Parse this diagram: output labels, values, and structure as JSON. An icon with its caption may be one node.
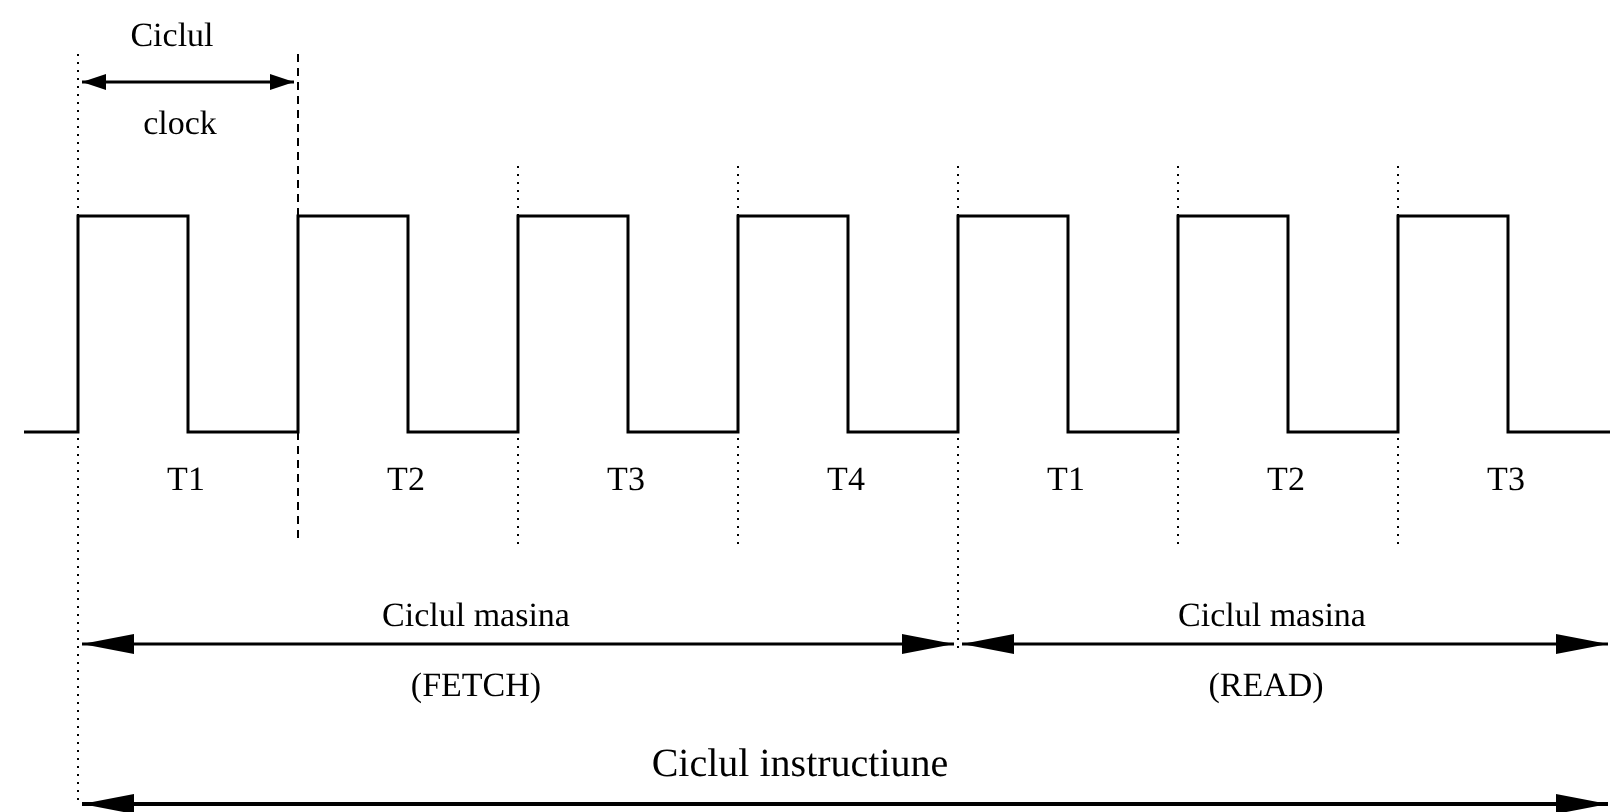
{
  "diagram": {
    "labels": [
      "Ciclul",
      "clock",
      "T1",
      "T2",
      "T3",
      "T4",
      "T1",
      "T2",
      "T3",
      "Ciclul masina",
      "Ciclul masina",
      "(FETCH)",
      "(READ)",
      "Ciclul instructiune"
    ]
  }
}
